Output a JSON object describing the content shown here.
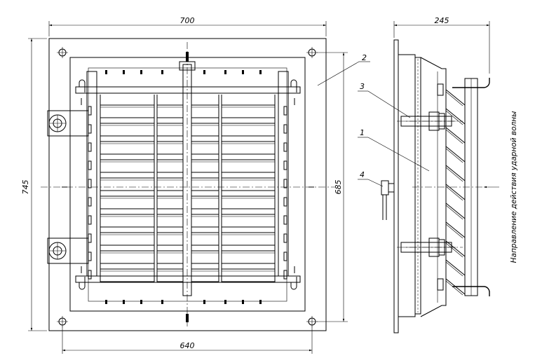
{
  "drawing": {
    "dimensions": {
      "top_width": "700",
      "bottom_width": "640",
      "left_height": "745",
      "right_height": "685",
      "side_depth": "245"
    },
    "callouts": {
      "p1": "1",
      "p2": "2",
      "p3": "3",
      "p4": "4"
    },
    "direction_note": "Направление действия ударной волны"
  }
}
